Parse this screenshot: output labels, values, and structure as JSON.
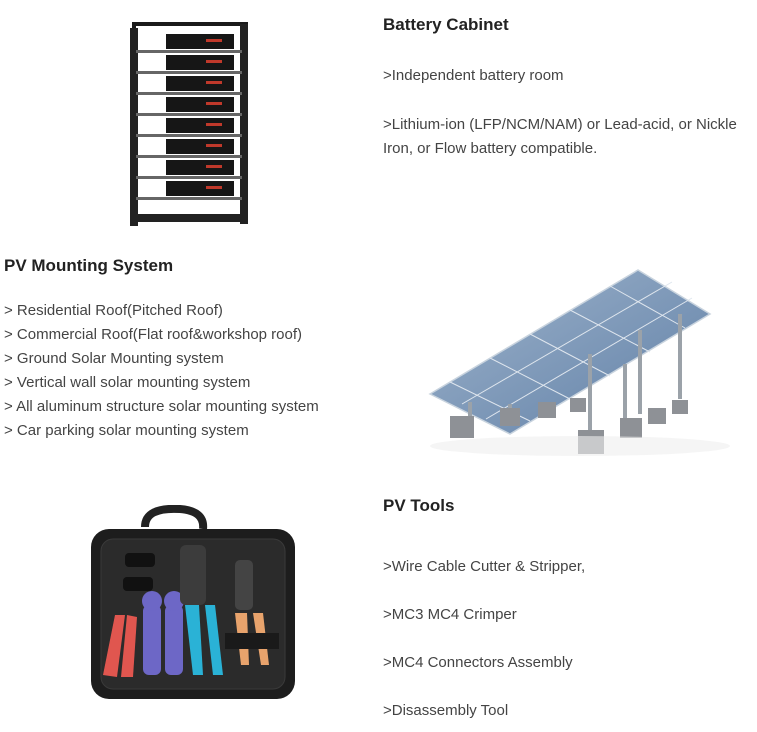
{
  "battery": {
    "title": "Battery Cabinet",
    "items": [
      ">Independent battery room",
      ">Lithium-ion (LFP/NCM/NAM) or Lead-acid, or Nickle Iron, or Flow battery compatible."
    ]
  },
  "mounting": {
    "title": "PV Mounting System",
    "items": [
      "> Residential Roof(Pitched Roof)",
      "> Commercial Roof(Flat roof&workshop roof)",
      "> Ground Solar Mounting system",
      "> Vertical wall solar mounting system",
      "> All aluminum structure solar mounting system",
      "> Car parking solar mounting system"
    ]
  },
  "tools": {
    "title": "PV Tools",
    "items": [
      ">Wire Cable Cutter & Stripper,",
      ">MC3 MC4 Crimper",
      ">MC4 Connectors Assembly",
      ">Disassembly Tool"
    ]
  },
  "images": {
    "battery_cabinet": "battery-cabinet-image",
    "solar_mount": "solar-mounting-image",
    "tool_kit": "pv-tool-kit-image"
  }
}
